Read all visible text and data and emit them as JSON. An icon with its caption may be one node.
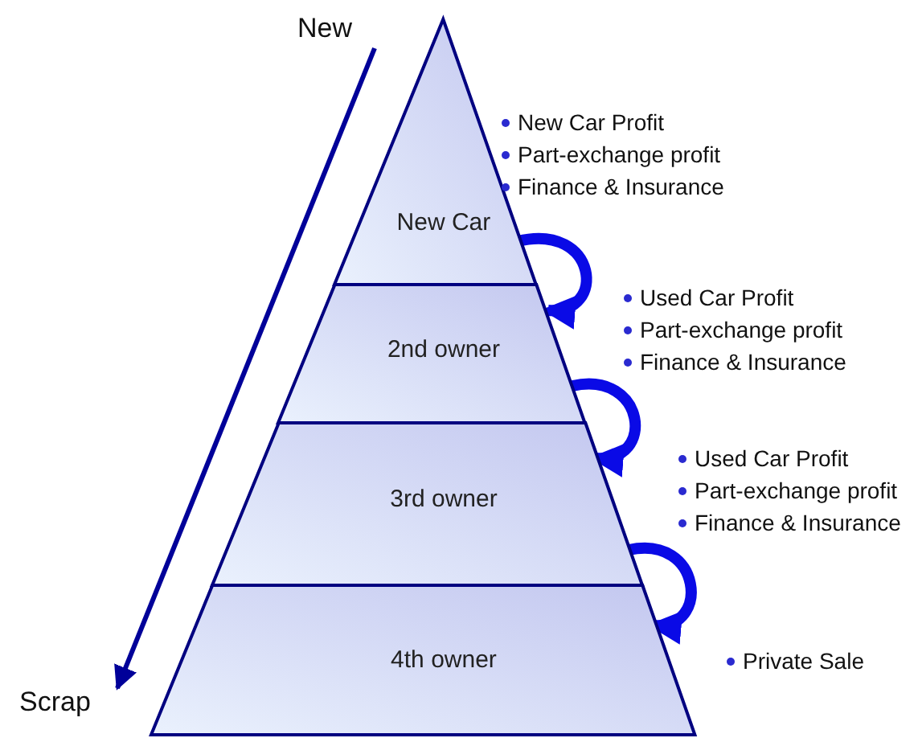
{
  "diagram": {
    "nodes": [
      {
        "text": [
          "New Car"
        ],
        "beside": [
          "New Car Profit",
          "Part-exchange profit",
          "Finance & Insurance"
        ]
      },
      {
        "text": [
          "2nd owner"
        ],
        "beside": [
          "Used Car Profit",
          "Part-exchange profit",
          "Finance & Insurance"
        ]
      },
      {
        "text": [
          "3rd owner"
        ],
        "beside": [
          "Used Car Profit",
          "Part-exchange profit",
          "Finance & Insurance"
        ]
      },
      {
        "text": [
          "4th owner"
        ],
        "beside": [
          "Private Sale"
        ]
      },
      {
        "text": [
          "New"
        ]
      },
      {
        "text": [
          "Scrap"
        ]
      }
    ],
    "edges": [
      {
        "from": 0,
        "to": 1,
        "arrow": "to"
      },
      {
        "from": 1,
        "to": 2,
        "arrow": "to"
      },
      {
        "from": 2,
        "to": 3,
        "arrow": "to"
      },
      {
        "from": 4,
        "to": 5,
        "arrow": "to",
        "color": "#000099"
      }
    ]
  }
}
